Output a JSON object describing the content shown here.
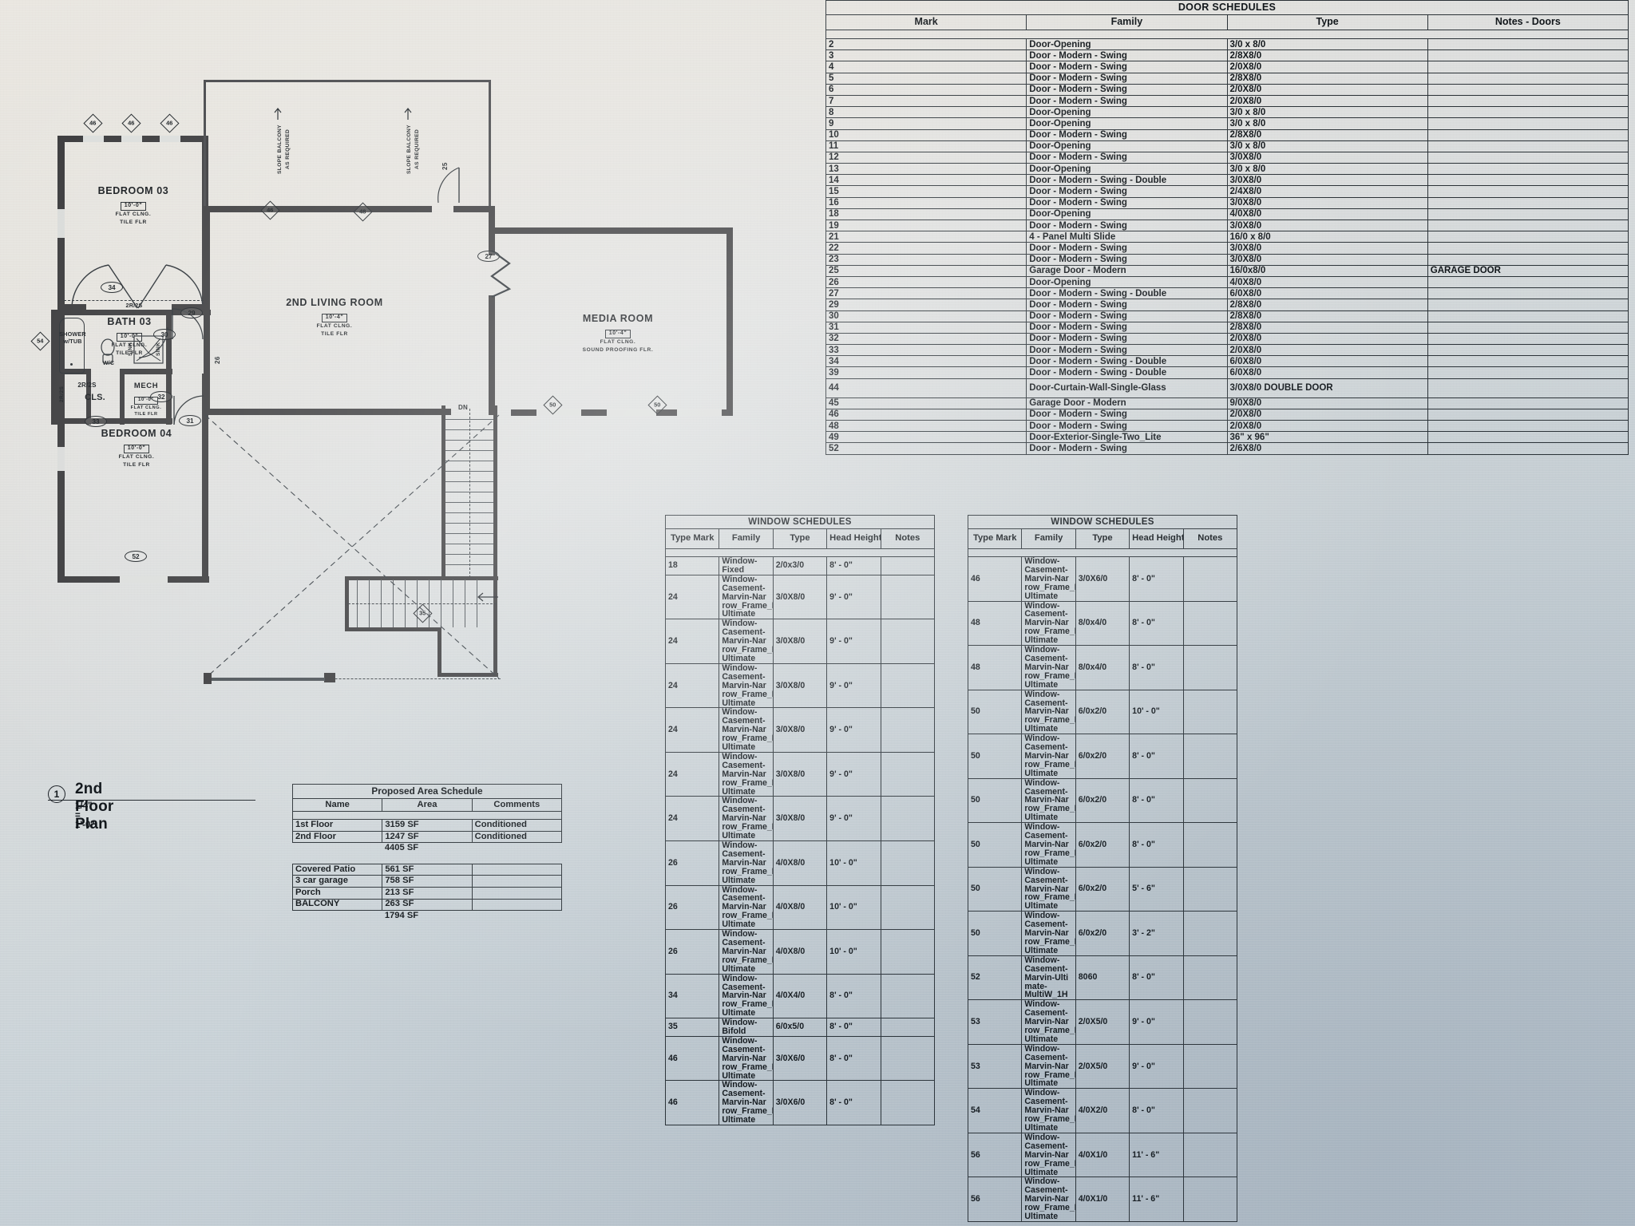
{
  "sheet": {
    "title_number": "1",
    "title": "2nd Floor Plan",
    "scale": "1/4\" = 1'-0\""
  },
  "door_schedule": {
    "title": "DOOR SCHEDULES",
    "columns": [
      "Mark",
      "Family",
      "Type",
      "Notes - Doors"
    ],
    "rows": [
      {
        "mark": "2",
        "family": "Door-Opening",
        "type": "3/0 x 8/0",
        "notes": ""
      },
      {
        "mark": "3",
        "family": "Door - Modern - Swing",
        "type": "2/8X8/0",
        "notes": ""
      },
      {
        "mark": "4",
        "family": "Door - Modern - Swing",
        "type": "2/0X8/0",
        "notes": ""
      },
      {
        "mark": "5",
        "family": "Door - Modern - Swing",
        "type": "2/8X8/0",
        "notes": ""
      },
      {
        "mark": "6",
        "family": "Door - Modern - Swing",
        "type": "2/0X8/0",
        "notes": ""
      },
      {
        "mark": "7",
        "family": "Door - Modern - Swing",
        "type": "2/0X8/0",
        "notes": ""
      },
      {
        "mark": "8",
        "family": "Door-Opening",
        "type": "3/0 x 8/0",
        "notes": ""
      },
      {
        "mark": "9",
        "family": "Door-Opening",
        "type": "3/0 x 8/0",
        "notes": ""
      },
      {
        "mark": "10",
        "family": "Door - Modern - Swing",
        "type": "2/8X8/0",
        "notes": ""
      },
      {
        "mark": "11",
        "family": "Door-Opening",
        "type": "3/0 x 8/0",
        "notes": ""
      },
      {
        "mark": "12",
        "family": "Door - Modern - Swing",
        "type": "3/0X8/0",
        "notes": ""
      },
      {
        "mark": "13",
        "family": "Door-Opening",
        "type": "3/0 x 8/0",
        "notes": ""
      },
      {
        "mark": "14",
        "family": "Door - Modern - Swing - Double",
        "type": "3/0X8/0",
        "notes": ""
      },
      {
        "mark": "15",
        "family": "Door - Modern - Swing",
        "type": "2/4X8/0",
        "notes": ""
      },
      {
        "mark": "16",
        "family": "Door - Modern - Swing",
        "type": "3/0X8/0",
        "notes": ""
      },
      {
        "mark": "18",
        "family": "Door-Opening",
        "type": "4/0X8/0",
        "notes": ""
      },
      {
        "mark": "19",
        "family": "Door - Modern - Swing",
        "type": "3/0X8/0",
        "notes": ""
      },
      {
        "mark": "21",
        "family": "4 - Panel Multi Slide",
        "type": "16/0 x 8/0",
        "notes": ""
      },
      {
        "mark": "22",
        "family": "Door - Modern - Swing",
        "type": "3/0X8/0",
        "notes": ""
      },
      {
        "mark": "23",
        "family": "Door - Modern - Swing",
        "type": "3/0X8/0",
        "notes": ""
      },
      {
        "mark": "25",
        "family": "Garage Door - Modern",
        "type": "16/0x8/0",
        "notes": "GARAGE DOOR"
      },
      {
        "mark": "26",
        "family": "Door-Opening",
        "type": "4/0X8/0",
        "notes": ""
      },
      {
        "mark": "27",
        "family": "Door - Modern - Swing - Double",
        "type": "6/0X8/0",
        "notes": ""
      },
      {
        "mark": "29",
        "family": "Door - Modern - Swing",
        "type": "2/8X8/0",
        "notes": ""
      },
      {
        "mark": "30",
        "family": "Door - Modern - Swing",
        "type": "2/8X8/0",
        "notes": ""
      },
      {
        "mark": "31",
        "family": "Door - Modern - Swing",
        "type": "2/8X8/0",
        "notes": ""
      },
      {
        "mark": "32",
        "family": "Door - Modern - Swing",
        "type": "2/0X8/0",
        "notes": ""
      },
      {
        "mark": "33",
        "family": "Door - Modern - Swing",
        "type": "2/0X8/0",
        "notes": ""
      },
      {
        "mark": "34",
        "family": "Door - Modern - Swing - Double",
        "type": "6/0X8/0",
        "notes": ""
      },
      {
        "mark": "39",
        "family": "Door - Modern - Swing - Double",
        "type": "6/0X8/0",
        "notes": ""
      },
      {
        "mark": "44",
        "family": "Door-Curtain-Wall-Single-Glass",
        "type": "3/0X8/0 DOUBLE DOOR",
        "notes": ""
      },
      {
        "mark": "45",
        "family": "Garage Door - Modern",
        "type": "9/0X8/0",
        "notes": ""
      },
      {
        "mark": "46",
        "family": "Door - Modern - Swing",
        "type": "2/0X8/0",
        "notes": ""
      },
      {
        "mark": "48",
        "family": "Door - Modern - Swing",
        "type": "2/0X8/0",
        "notes": ""
      },
      {
        "mark": "49",
        "family": "Door-Exterior-Single-Two_Lite",
        "type": "36\" x 96\"",
        "notes": ""
      },
      {
        "mark": "52",
        "family": "Door - Modern - Swing",
        "type": "2/6X8/0",
        "notes": ""
      }
    ]
  },
  "window_schedule_left": {
    "title": "WINDOW SCHEDULES",
    "columns": [
      "Type Mark",
      "Family",
      "Type",
      "Head Height",
      "Notes"
    ],
    "rows": [
      {
        "mark": "18",
        "family": "Window-Fixed",
        "type": "2/0x3/0",
        "head": "8' - 0\"",
        "notes": ""
      },
      {
        "mark": "24",
        "family": "Window-Casement-Marvin-Narrow_Frame_Picture-Ultimate",
        "type": "3/0X8/0",
        "head": "9' - 0\"",
        "notes": ""
      },
      {
        "mark": "24",
        "family": "Window-Casement-Marvin-Narrow_Frame_Picture-Ultimate",
        "type": "3/0X8/0",
        "head": "9' - 0\"",
        "notes": ""
      },
      {
        "mark": "24",
        "family": "Window-Casement-Marvin-Narrow_Frame_Picture-Ultimate",
        "type": "3/0X8/0",
        "head": "9' - 0\"",
        "notes": ""
      },
      {
        "mark": "24",
        "family": "Window-Casement-Marvin-Narrow_Frame_Picture-Ultimate",
        "type": "3/0X8/0",
        "head": "9' - 0\"",
        "notes": ""
      },
      {
        "mark": "24",
        "family": "Window-Casement-Marvin-Narrow_Frame_Picture-Ultimate",
        "type": "3/0X8/0",
        "head": "9' - 0\"",
        "notes": ""
      },
      {
        "mark": "24",
        "family": "Window-Casement-Marvin-Narrow_Frame_Picture-Ultimate",
        "type": "3/0X8/0",
        "head": "9' - 0\"",
        "notes": ""
      },
      {
        "mark": "26",
        "family": "Window-Casement-Marvin-Narrow_Frame_Picture-Ultimate",
        "type": "4/0X8/0",
        "head": "10' - 0\"",
        "notes": ""
      },
      {
        "mark": "26",
        "family": "Window-Casement-Marvin-Narrow_Frame_Picture-Ultimate",
        "type": "4/0X8/0",
        "head": "10' - 0\"",
        "notes": ""
      },
      {
        "mark": "26",
        "family": "Window-Casement-Marvin-Narrow_Frame_Picture-Ultimate",
        "type": "4/0X8/0",
        "head": "10' - 0\"",
        "notes": ""
      },
      {
        "mark": "34",
        "family": "Window-Casement-Marvin-Narrow_Frame_Picture-Ultimate",
        "type": "4/0X4/0",
        "head": "8' - 0\"",
        "notes": ""
      },
      {
        "mark": "35",
        "family": "Window-Bifold",
        "type": "6/0x5/0",
        "head": "8' - 0\"",
        "notes": ""
      },
      {
        "mark": "46",
        "family": "Window-Casement-Marvin-Narrow_Frame_Picture-Ultimate",
        "type": "3/0X6/0",
        "head": "8' - 0\"",
        "notes": ""
      },
      {
        "mark": "46",
        "family": "Window-Casement-Marvin-Narrow_Frame_Picture-Ultimate",
        "type": "3/0X6/0",
        "head": "8' - 0\"",
        "notes": ""
      }
    ]
  },
  "window_schedule_right": {
    "title": "WINDOW SCHEDULES",
    "columns": [
      "Type Mark",
      "Family",
      "Type",
      "Head Height",
      "Notes"
    ],
    "rows": [
      {
        "mark": "46",
        "family": "Window-Casement-Marvin-Narrow_Frame_Picture-Ultimate",
        "type": "3/0X6/0",
        "head": "8' - 0\"",
        "notes": ""
      },
      {
        "mark": "48",
        "family": "Window-Casement-Marvin-Narrow_Frame_Picture-Ultimate",
        "type": "8/0x4/0",
        "head": "8' - 0\"",
        "notes": ""
      },
      {
        "mark": "48",
        "family": "Window-Casement-Marvin-Narrow_Frame_Picture-Ultimate",
        "type": "8/0x4/0",
        "head": "8' - 0\"",
        "notes": ""
      },
      {
        "mark": "50",
        "family": "Window-Casement-Marvin-Narrow_Frame_Picture-Ultimate",
        "type": "6/0x2/0",
        "head": "10' - 0\"",
        "notes": ""
      },
      {
        "mark": "50",
        "family": "Window-Casement-Marvin-Narrow_Frame_Picture-Ultimate",
        "type": "6/0x2/0",
        "head": "8' - 0\"",
        "notes": ""
      },
      {
        "mark": "50",
        "family": "Window-Casement-Marvin-Narrow_Frame_Picture-Ultimate",
        "type": "6/0x2/0",
        "head": "8' - 0\"",
        "notes": ""
      },
      {
        "mark": "50",
        "family": "Window-Casement-Marvin-Narrow_Frame_Picture-Ultimate",
        "type": "6/0x2/0",
        "head": "8' - 0\"",
        "notes": ""
      },
      {
        "mark": "50",
        "family": "Window-Casement-Marvin-Narrow_Frame_Picture-Ultimate",
        "type": "6/0x2/0",
        "head": "5' - 6\"",
        "notes": ""
      },
      {
        "mark": "50",
        "family": "Window-Casement-Marvin-Narrow_Frame_Picture-Ultimate",
        "type": "6/0x2/0",
        "head": "3' - 2\"",
        "notes": ""
      },
      {
        "mark": "52",
        "family": "Window-Casement-Marvin-Ultimate-MultiW_1H",
        "type": "8060",
        "head": "8' - 0\"",
        "notes": ""
      },
      {
        "mark": "53",
        "family": "Window-Casement-Marvin-Narrow_Frame_Picture-Ultimate",
        "type": "2/0X5/0",
        "head": "9' - 0\"",
        "notes": ""
      },
      {
        "mark": "53",
        "family": "Window-Casement-Marvin-Narrow_Frame_Picture-Ultimate",
        "type": "2/0X5/0",
        "head": "9' - 0\"",
        "notes": ""
      },
      {
        "mark": "54",
        "family": "Window-Casement-Marvin-Narrow_Frame_Picture-Ultimate",
        "type": "4/0X2/0",
        "head": "8' - 0\"",
        "notes": ""
      },
      {
        "mark": "56",
        "family": "Window-Casement-Marvin-Narrow_Frame_Picture-Ultimate",
        "type": "4/0X1/0",
        "head": "11' - 6\"",
        "notes": ""
      },
      {
        "mark": "56",
        "family": "Window-Casement-Marvin-Narrow_Frame_Picture-Ultimate",
        "type": "4/0X1/0",
        "head": "11' - 6\"",
        "notes": ""
      }
    ]
  },
  "area_schedule": {
    "title": "Proposed Area Schedule",
    "columns": [
      "Name",
      "Area",
      "Comments"
    ],
    "group1": [
      {
        "name": "1st Floor",
        "area": "3159 SF",
        "comments": "Conditioned"
      },
      {
        "name": "2nd Floor",
        "area": "1247 SF",
        "comments": "Conditioned"
      }
    ],
    "group1_total": "4405 SF",
    "group2": [
      {
        "name": "Covered Patio",
        "area": "561 SF",
        "comments": ""
      },
      {
        "name": "3 car garage",
        "area": "758 SF",
        "comments": ""
      },
      {
        "name": "Porch",
        "area": "213 SF",
        "comments": ""
      },
      {
        "name": "BALCONY",
        "area": "263 SF",
        "comments": ""
      }
    ],
    "group2_total": "1794 SF"
  },
  "plan": {
    "rooms": [
      {
        "name": "BEDROOM 03",
        "height": "10'-0\"",
        "sub1": "FLAT CLNG.",
        "sub2": "TILE FLR"
      },
      {
        "name": "BATH 03",
        "height": "10'-0\"",
        "sub1": "FLAT CLNG.",
        "sub2": "TILE FLR"
      },
      {
        "name": "BEDROOM 04",
        "height": "10'-0\"",
        "sub1": "FLAT CLNG.",
        "sub2": "TILE FLR"
      },
      {
        "name": "MECH",
        "height": "10'-0\"",
        "sub1": "FLAT CLNG.",
        "sub2": "TILE FLR"
      },
      {
        "name": "2ND LIVING ROOM",
        "height": "10'-4\"",
        "sub1": "FLAT CLNG.",
        "sub2": "TILE FLR"
      },
      {
        "name": "MEDIA ROOM",
        "height": "10'-4\"",
        "sub1": "FLAT CLNG.",
        "sub2": "SOUND PROOFING FLR."
      }
    ],
    "closet_label": "CLS.",
    "shower_label_1": "SHOWER",
    "shower_label_2": "w/TUB",
    "wc_label": "W/C",
    "sink_label": "SINK",
    "sink_label_2": "SINK",
    "riser_label_1": "2R/2S",
    "riser_label_2": "2R/2S",
    "riser_label_3": "2R/2S",
    "stair_dn": "DN",
    "balcony_note_1": "SLOPE BALCONY",
    "balcony_note_2": "AS REQUIRED",
    "door_tags": [
      "46",
      "46",
      "46",
      "46",
      "48",
      "34",
      "29",
      "30",
      "26",
      "32",
      "31",
      "33",
      "27",
      "52",
      "54"
    ],
    "window_tags": [
      "50",
      "50",
      "50",
      "50"
    ],
    "stair_tag": "35",
    "misc_tag": "25"
  }
}
